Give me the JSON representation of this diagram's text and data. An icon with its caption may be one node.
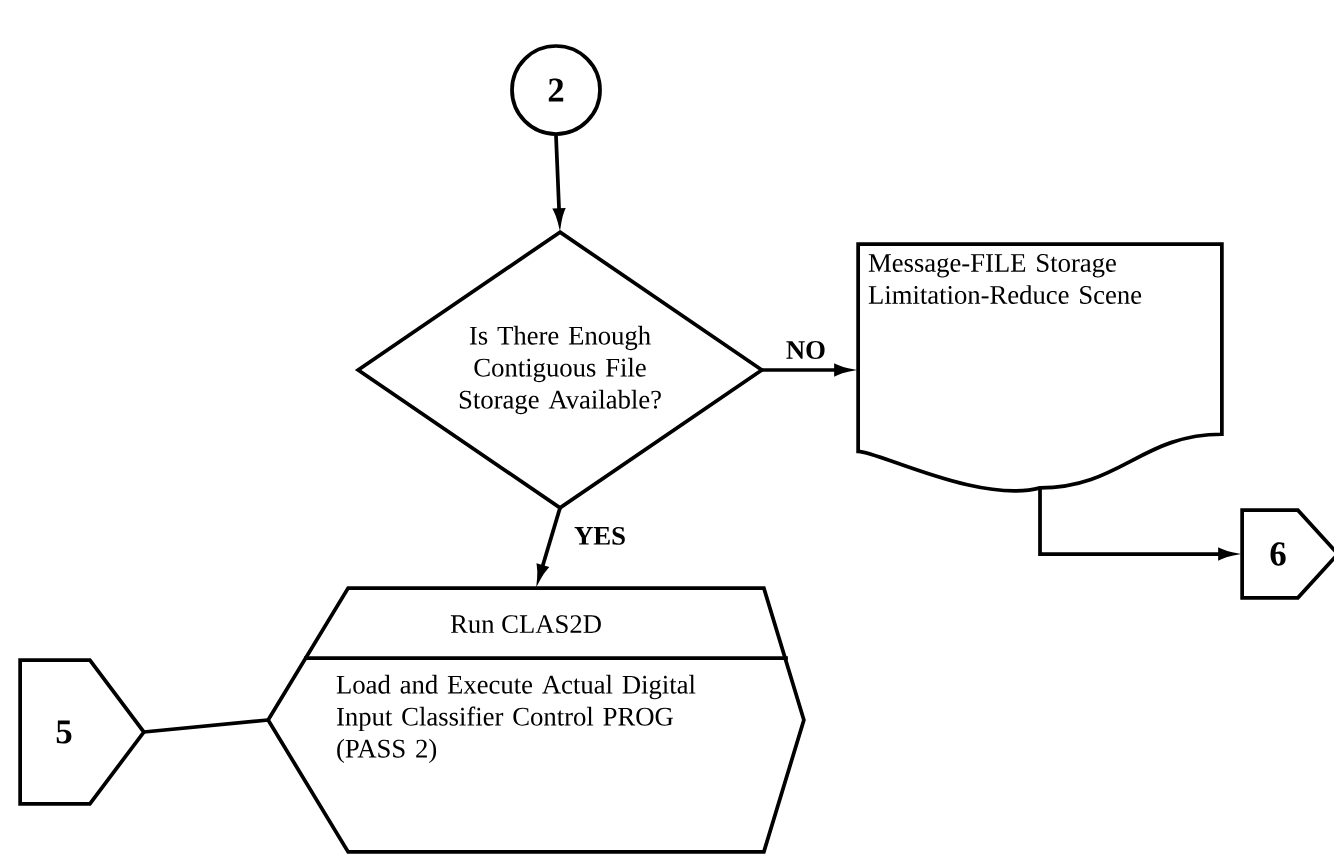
{
  "diagram": {
    "nodes": [
      {
        "text": [
          "2"
        ]
      },
      {
        "text": [
          "Is There Enough Contiguous File Storage Available?"
        ]
      },
      {
        "text": [
          "Message-FILE Storage Limitation-Reduce Scene"
        ]
      },
      {
        "text": [
          "Run CLAS2D",
          "Load and Execute Actual Digital Input Classifier Control PROG (PASS 2)"
        ]
      },
      {
        "text": [
          "5"
        ]
      },
      {
        "text": [
          "6"
        ]
      }
    ],
    "edges": [
      {
        "from": 0,
        "to": 1,
        "arrow": "to"
      },
      {
        "from": 1,
        "to": 2,
        "arrow": "to",
        "label": "NO"
      },
      {
        "from": 1,
        "to": 3,
        "arrow": "to",
        "label": "YES"
      },
      {
        "from": 2,
        "to": 5,
        "arrow": "to"
      },
      {
        "from": 4,
        "to": 3,
        "arrow": "none"
      }
    ]
  }
}
